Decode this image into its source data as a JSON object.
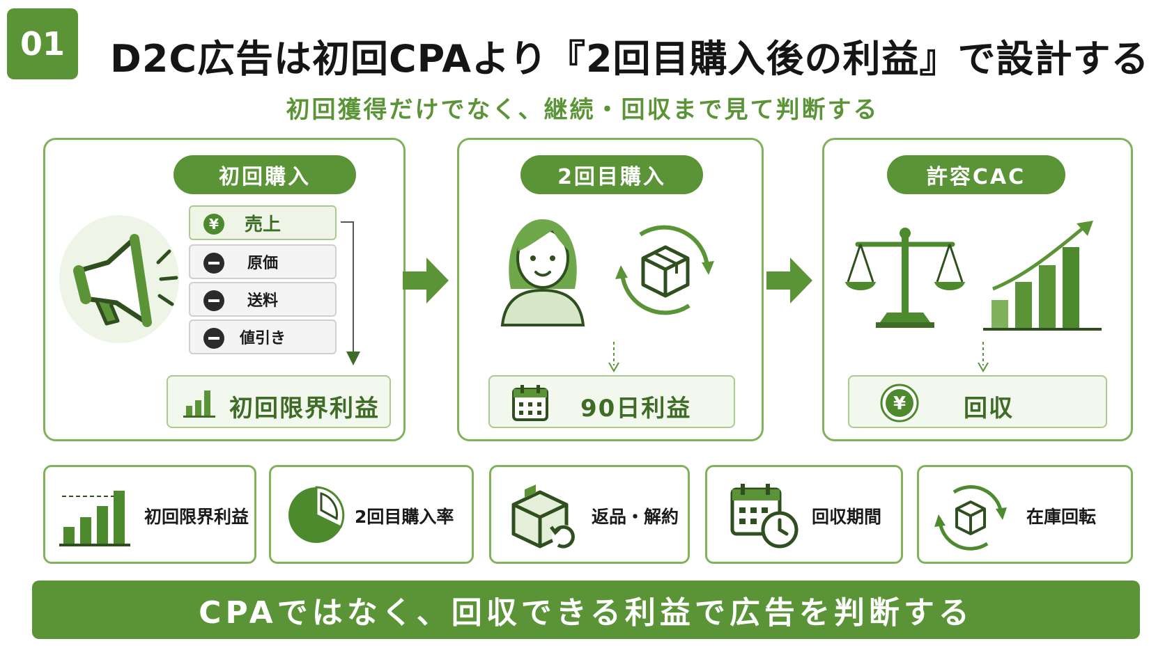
{
  "badge": "01",
  "title": "D2C広告は初回CPAより『2回目購入後の利益』で設計する",
  "subtitle": "初回獲得だけでなく、継続・回収まで見て判断する",
  "stages": [
    {
      "label": "初回購入",
      "rows": [
        {
          "label": "売上",
          "icon": "yen-icon"
        },
        {
          "label": "原価",
          "icon": "minus-icon"
        },
        {
          "label": "送料",
          "icon": "minus-icon"
        },
        {
          "label": "値引き",
          "icon": "minus-icon"
        }
      ],
      "result": "初回限界利益",
      "illustration": "megaphone-icon"
    },
    {
      "label": "2回目購入",
      "result": "90日利益",
      "illustration": "customer-and-repeat-box-icon"
    },
    {
      "label": "許容CAC",
      "result": "回収",
      "illustration": "scale-and-growth-chart-icon"
    }
  ],
  "metrics": [
    {
      "label": "初回限界利益",
      "icon": "bar-chart-icon"
    },
    {
      "label": "2回目購入率",
      "icon": "pie-chart-icon"
    },
    {
      "label": "返品・解約",
      "icon": "return-box-icon"
    },
    {
      "label": "回収期間",
      "icon": "calendar-clock-icon"
    },
    {
      "label": "在庫回転",
      "icon": "inventory-cycle-icon"
    }
  ],
  "footer": "CPAではなく、回収できる利益で広告を判断する",
  "colors": {
    "accent": "#5a9437",
    "border": "#7fb25b",
    "light": "#eef5e7"
  }
}
